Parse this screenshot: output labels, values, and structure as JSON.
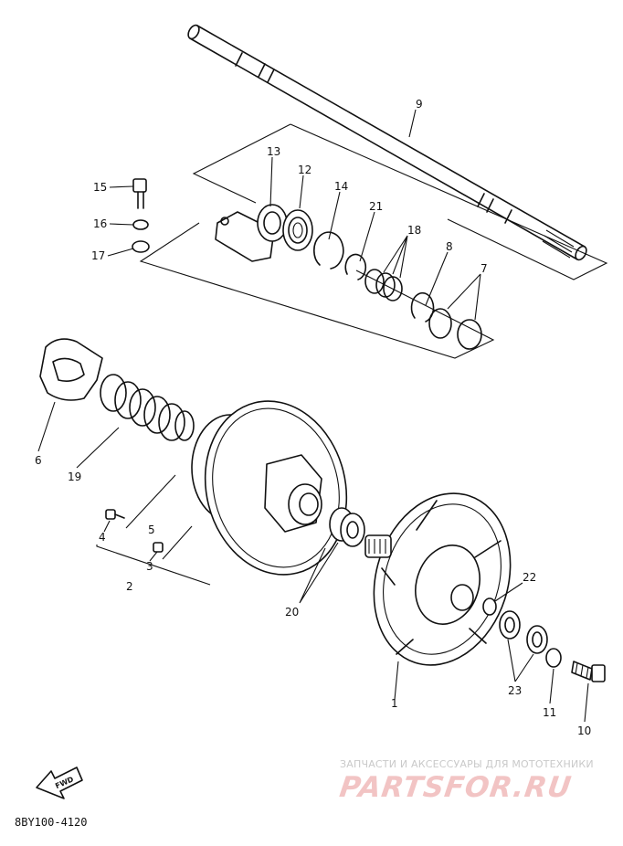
{
  "callouts": [
    {
      "id": "c1",
      "label": "1"
    },
    {
      "id": "c2",
      "label": "2"
    },
    {
      "id": "c3",
      "label": "3"
    },
    {
      "id": "c4",
      "label": "4"
    },
    {
      "id": "c5",
      "label": "5"
    },
    {
      "id": "c6",
      "label": "6"
    },
    {
      "id": "c7",
      "label": "7"
    },
    {
      "id": "c8",
      "label": "8"
    },
    {
      "id": "c9",
      "label": "9"
    },
    {
      "id": "c10",
      "label": "10"
    },
    {
      "id": "c11",
      "label": "11"
    },
    {
      "id": "c12",
      "label": "12"
    },
    {
      "id": "c13",
      "label": "13"
    },
    {
      "id": "c14",
      "label": "14"
    },
    {
      "id": "c15",
      "label": "15"
    },
    {
      "id": "c16",
      "label": "16"
    },
    {
      "id": "c17",
      "label": "17"
    },
    {
      "id": "c18",
      "label": "18"
    },
    {
      "id": "c19",
      "label": "19"
    },
    {
      "id": "c20",
      "label": "20"
    },
    {
      "id": "c21",
      "label": "21"
    },
    {
      "id": "c22",
      "label": "22"
    },
    {
      "id": "c23",
      "label": "23"
    }
  ],
  "fwd_label": "FWD",
  "diagram_code": "8BY100-4120",
  "watermark": {
    "tagline": "ЗАПЧАСТИ И АКСЕССУАРЫ ДЛЯ МОТОТЕХНИКИ",
    "logo": "PARTSFOR.RU"
  }
}
